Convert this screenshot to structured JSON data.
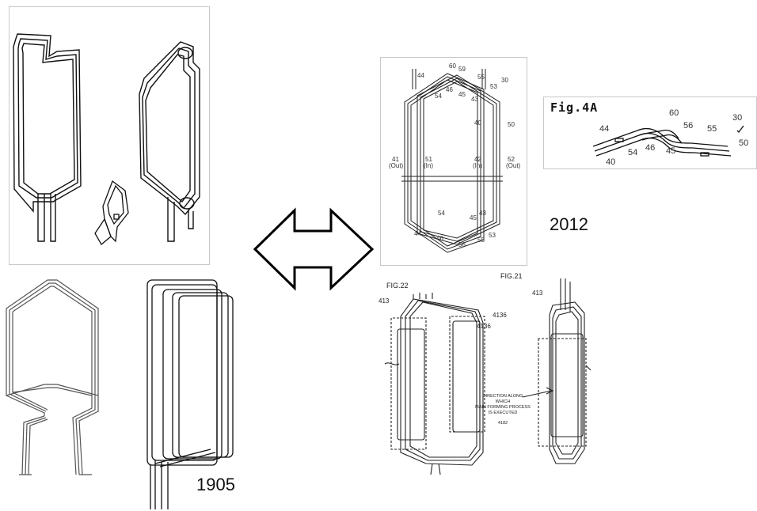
{
  "years": {
    "left": "1905",
    "right": "2012"
  },
  "fig4a": {
    "title": "Fig.4A",
    "labels": [
      "60",
      "44",
      "56",
      "55",
      "30",
      "50",
      "46",
      "45",
      "54",
      "40"
    ]
  },
  "top_patent": {
    "labels": [
      "60",
      "44",
      "59",
      "55",
      "30",
      "53",
      "54",
      "46",
      "45",
      "43",
      "40",
      "50",
      "41",
      "(Out)",
      "51",
      "(In)",
      "42",
      "(In)",
      "52",
      "(Out)",
      "54",
      "45",
      "43",
      "44",
      "46",
      "56",
      "55",
      "53"
    ]
  },
  "fig22": {
    "title": "FIG.22",
    "labels": [
      "413",
      "4136",
      "4136"
    ]
  },
  "fig21": {
    "title": "FIG.21",
    "labels": [
      "413"
    ]
  },
  "process_note": {
    "lines": [
      "DIRECTION ALONG WHICH",
      "MAIN FORMING PROCESS",
      "IS EXECUTED"
    ],
    "code": "4182"
  },
  "colors": {
    "ink": "#111111",
    "frame": "#c8c8c8",
    "arrow": "#000000"
  },
  "icons": [
    "double-arrow-icon"
  ]
}
